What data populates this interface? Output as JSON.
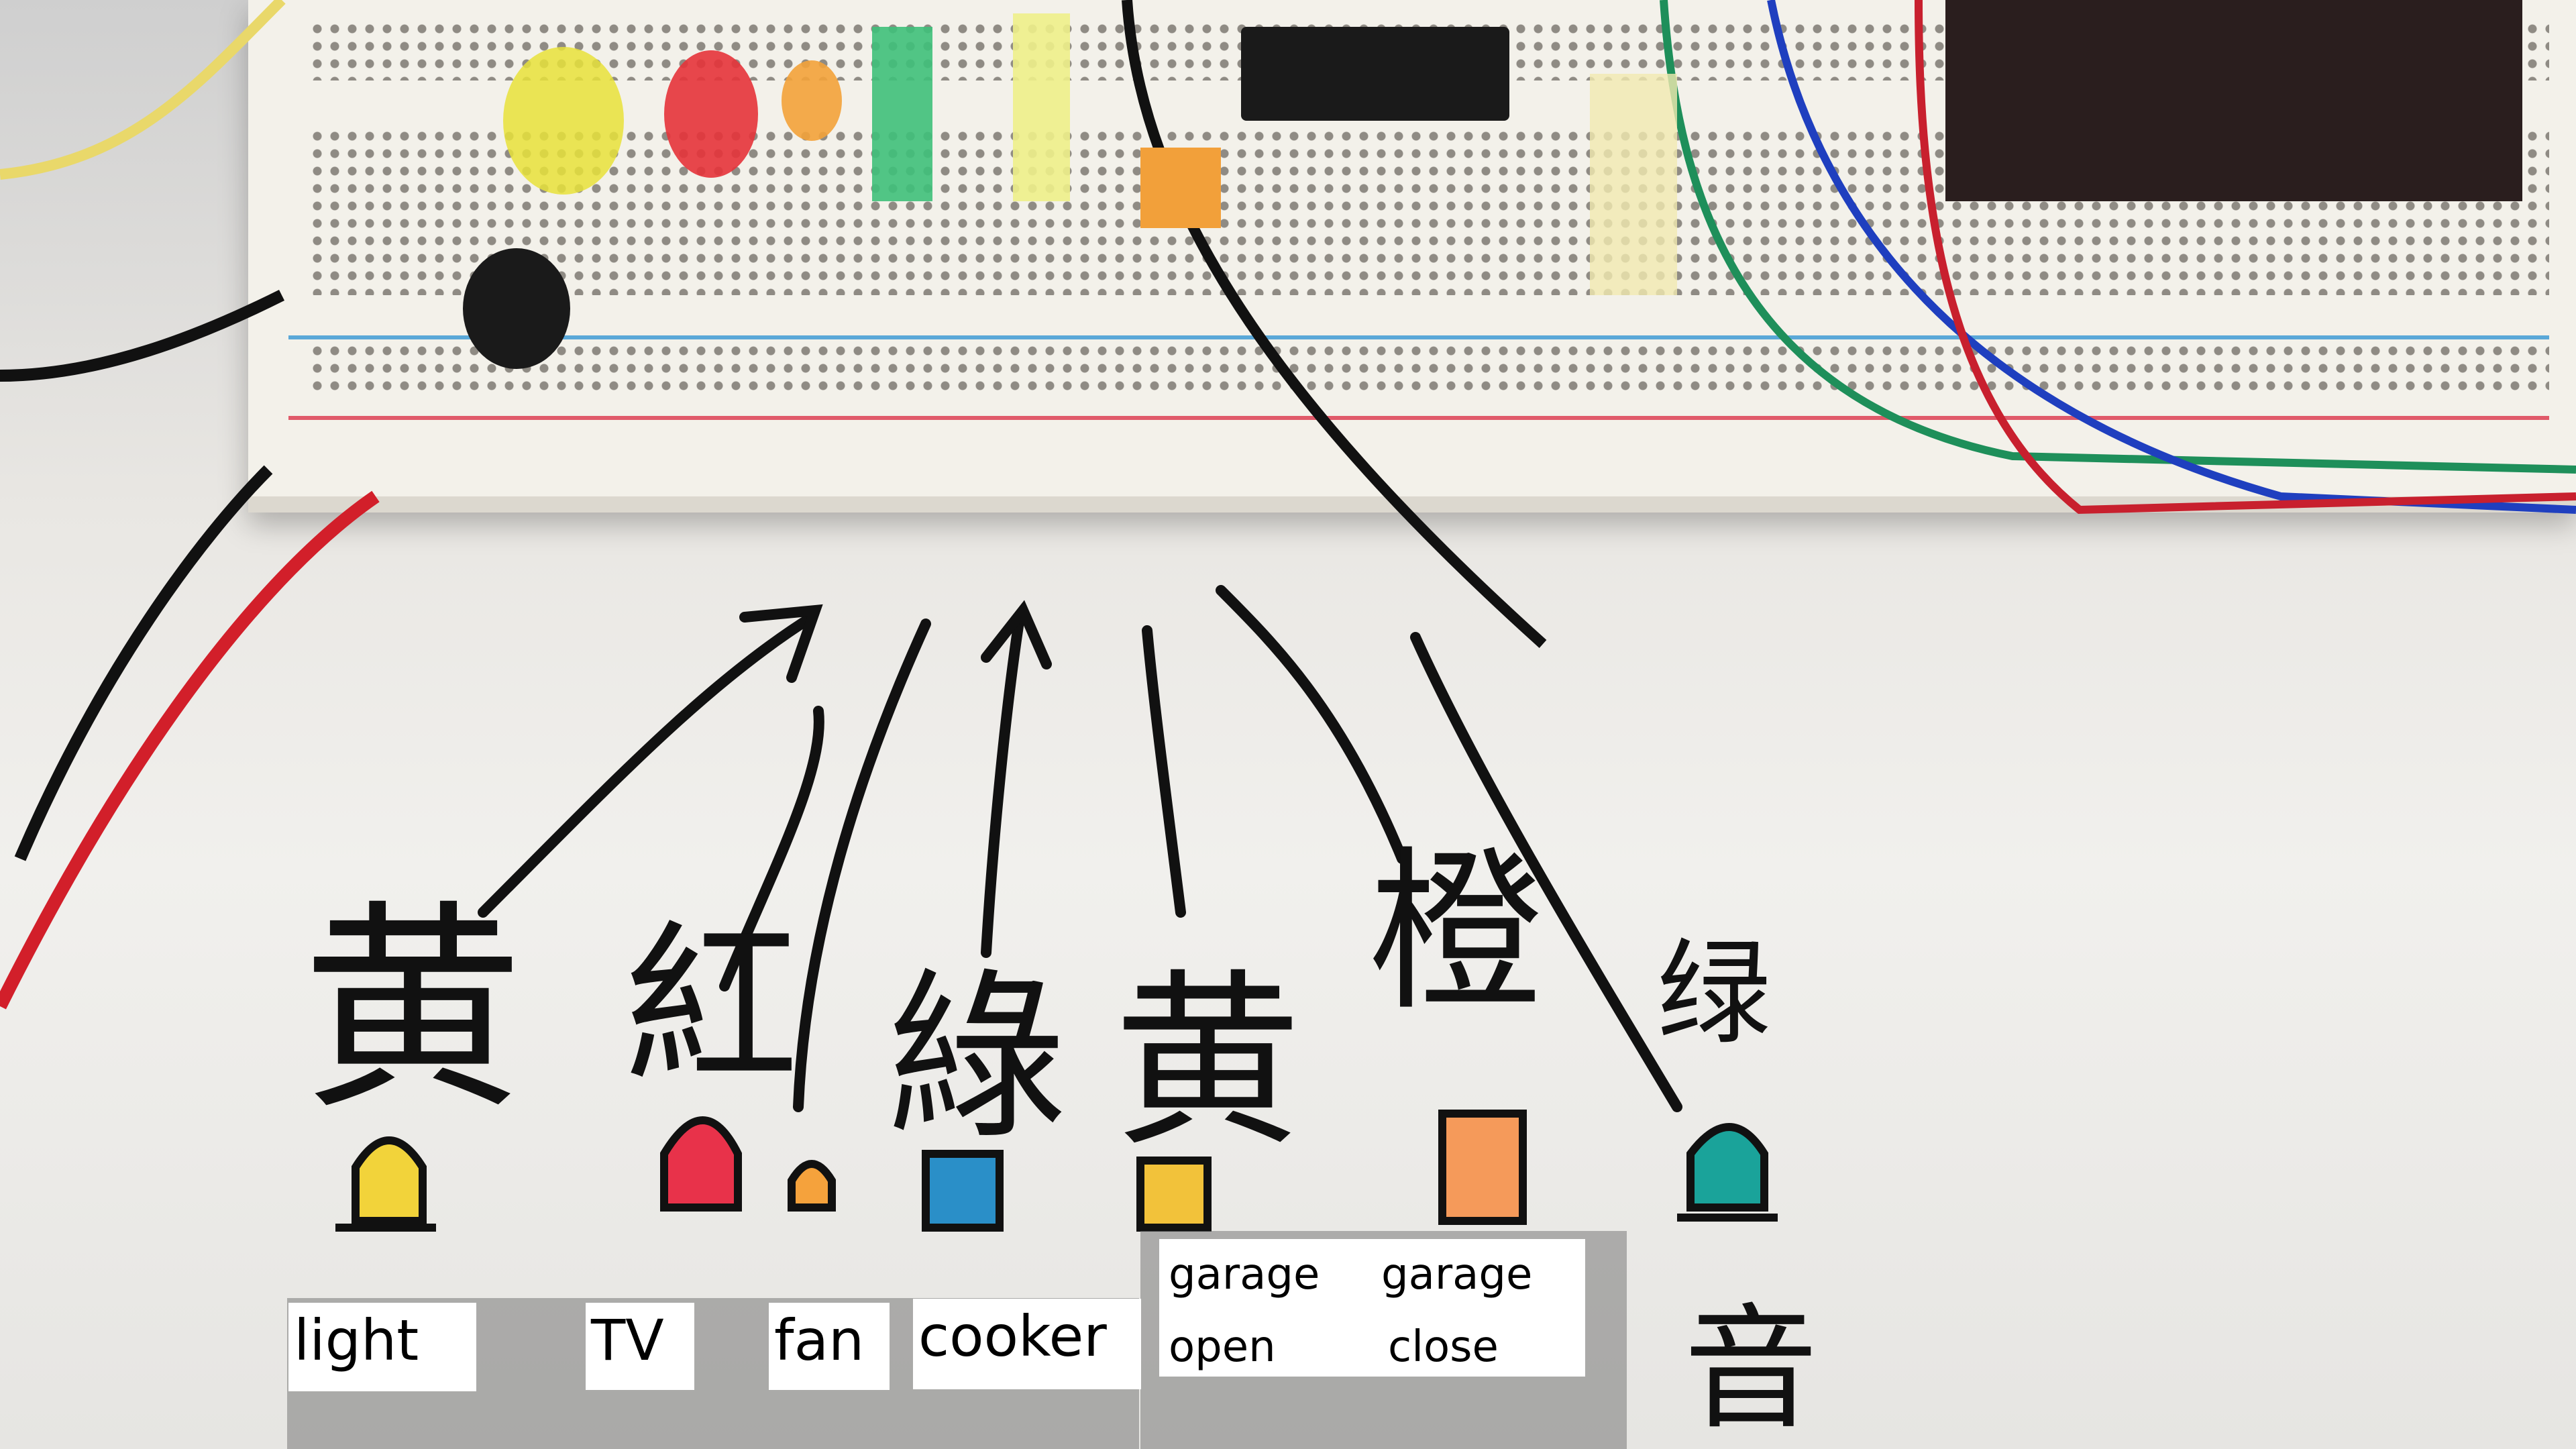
{
  "labels": {
    "light": "light",
    "tv": "TV",
    "fan": "fan",
    "cooker": "cooker",
    "garage_open_1": "garage",
    "garage_open_2": "open",
    "garage_close_1": "garage",
    "garage_close_2": "close"
  },
  "handwriting": {
    "yellow_1": "黄",
    "red": "紅",
    "green_1": "綠",
    "yellow_2": "黄",
    "orange": "橙",
    "green_2": "绿",
    "sound": "音"
  },
  "colors": {
    "yellow": "#f2d33a",
    "red": "#e8324a",
    "orange": "#f5a23c",
    "green": "#3fc07a",
    "teal": "#1aa39a",
    "blue": "#2a6fc8",
    "ink": "#111111"
  }
}
